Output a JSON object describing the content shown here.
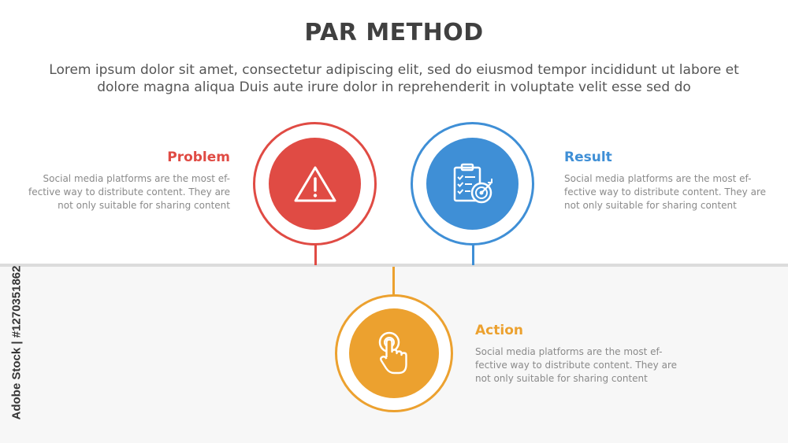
{
  "header": {
    "title": "PAR METHOD",
    "intro": "Lorem ipsum dolor sit amet, consectetur adipiscing elit, sed do eiusmod tempor incididunt ut labore et dolore magna aliqua Duis aute irure dolor in reprehenderit in voluptate velit esse sed do"
  },
  "steps": [
    {
      "title": "Problem",
      "description": "Social media platforms are the most ef-fective way to distribute content. They are not only suitable for sharing content",
      "color": "#e04b44",
      "icon": "warning-triangle-icon"
    },
    {
      "title": "Result",
      "description": "Social media platforms are the most ef-fective way to distribute content. They are not only suitable for sharing content",
      "color": "#3f8fd6",
      "icon": "checklist-target-icon"
    },
    {
      "title": "Action",
      "description": "Social media platforms are the most ef-fective way to distribute content. They are not only suitable for sharing content",
      "color": "#eca12f",
      "icon": "hand-tap-icon"
    }
  ],
  "watermark": "Adobe Stock | #1270351862"
}
